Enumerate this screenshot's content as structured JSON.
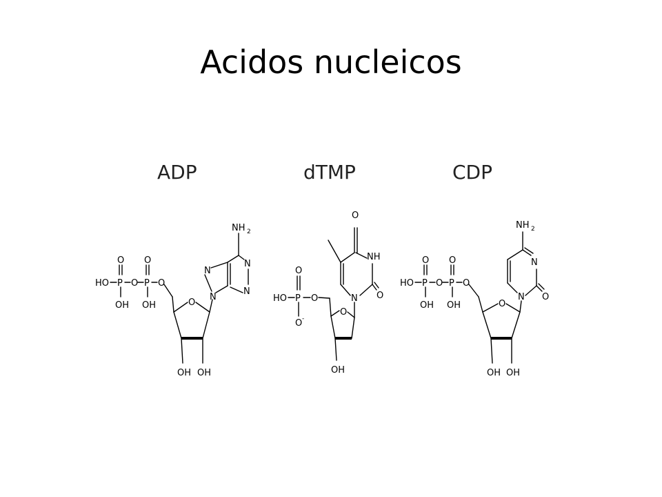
{
  "slide": {
    "title": "Acidos nucleicos"
  },
  "molecules": [
    {
      "name": "ADP"
    },
    {
      "name": "dTMP"
    },
    {
      "name": "CDP"
    }
  ],
  "atoms": {
    "ho": "HO",
    "oh": "OH",
    "p": "P",
    "o": "O",
    "n": "N",
    "nh": "NH",
    "nh2": "NH",
    "sub2": "2",
    "o_minus": "O",
    "minus": "-"
  }
}
